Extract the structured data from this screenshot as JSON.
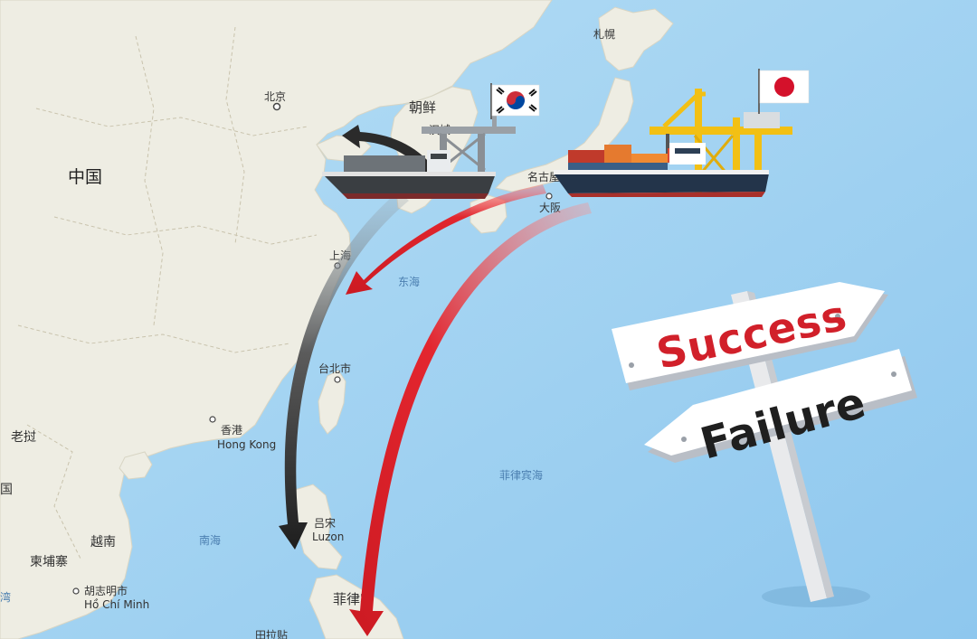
{
  "map": {
    "labels": {
      "china": "中国",
      "beijing": "北京",
      "korea": "朝鲜",
      "hancheng": "汉城",
      "sapporo": "札幌",
      "nagoya": "名古屋",
      "osaka": "大阪",
      "shanghai": "上海",
      "east_sea": "东海",
      "taipei": "台北市",
      "hongkong_cn": "香港",
      "hongkong_en": "Hong Kong",
      "laos": "老挝",
      "thai_frag": "国",
      "vietnam": "越南",
      "cambodia": "柬埔寨",
      "hcm_cn": "胡志明市",
      "hcm_en": "Hồ Chí Minh",
      "gulf_frag": "湾",
      "south_sea": "南海",
      "luzon_cn": "吕宋",
      "luzon_en": "Luzon",
      "philippine_sea": "菲律宾海",
      "philippines": "菲律宾",
      "bottom_frag": "田拉贴"
    },
    "colors": {
      "land": "#efeee4",
      "water": "#a9d6f2",
      "arrow_red": "#d7262e",
      "arrow_dark": "#2b2b2b"
    }
  },
  "signpost": {
    "success": "Success",
    "failure": "Failure",
    "success_color": "#d1202a",
    "failure_color": "#1f1f1f"
  },
  "flags": {
    "korea": "south-korea-flag",
    "japan": "japan-flag"
  }
}
